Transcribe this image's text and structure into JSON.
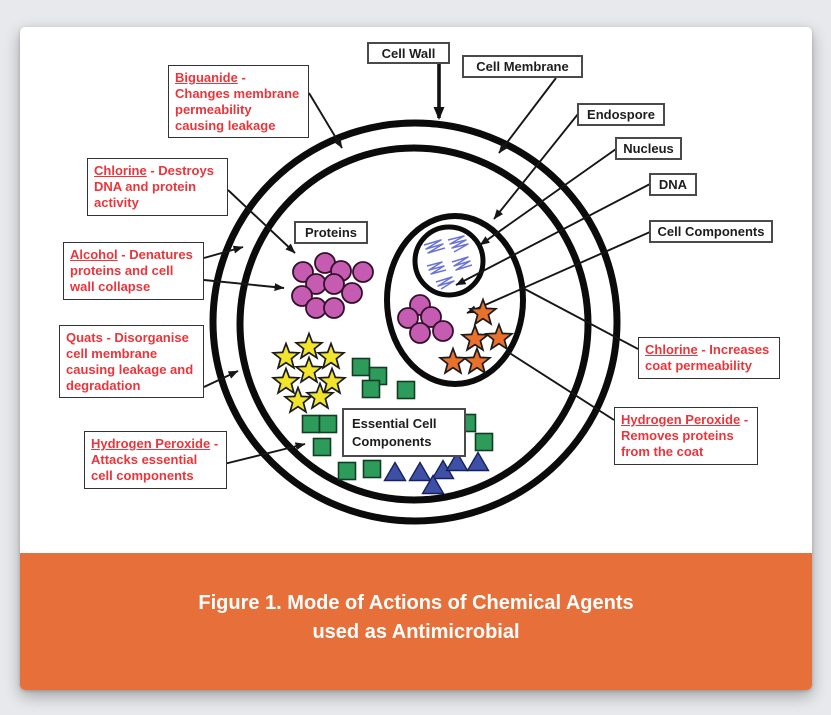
{
  "part_labels": {
    "cell_wall": "Cell Wall",
    "cell_membrane": "Cell Membrane",
    "endospore": "Endospore",
    "nucleus": "Nucleus",
    "dna": "DNA",
    "cell_components": "Cell Components",
    "proteins": "Proteins",
    "essential_cell_components": "Essential Cell Components"
  },
  "annotations": {
    "biguanide": {
      "term": "Biguanide",
      "rest": " - Changes membrane permeability causing leakage"
    },
    "chlorine_dna": {
      "term": "Chlorine",
      "rest": " - Destroys DNA and protein activity"
    },
    "alcohol": {
      "term": "Alcohol",
      "rest": " - Denatures proteins and cell wall collapse"
    },
    "quats": {
      "term": "Quats",
      "rest": " - Disorganise cell membrane causing leakage and degradation"
    },
    "hydrogen_peroxide_cell": {
      "term": "Hydrogen Peroxide",
      "rest": " - Attacks essential cell components"
    },
    "chlorine_coat": {
      "term": "Chlorine",
      "rest": " - Increases coat permeability"
    },
    "hydrogen_peroxide_coat": {
      "term": "Hydrogen Peroxide",
      "rest": " - Removes proteins from the coat"
    }
  },
  "caption": {
    "line1": "Figure 1. Mode of Actions of Chemical Agents",
    "line2": "used as Antimicrobial"
  },
  "colors": {
    "annotation_red": "#e8363c",
    "caption_bar_orange": "#e7703a",
    "protein_magenta": "#c55cb2",
    "star_yellow": "#f2e32b",
    "square_green": "#2d9c5a",
    "triangle_blue": "#3e50a6",
    "spore_star_orange": "#e9712c",
    "dna_blue": "#6b74d4"
  }
}
